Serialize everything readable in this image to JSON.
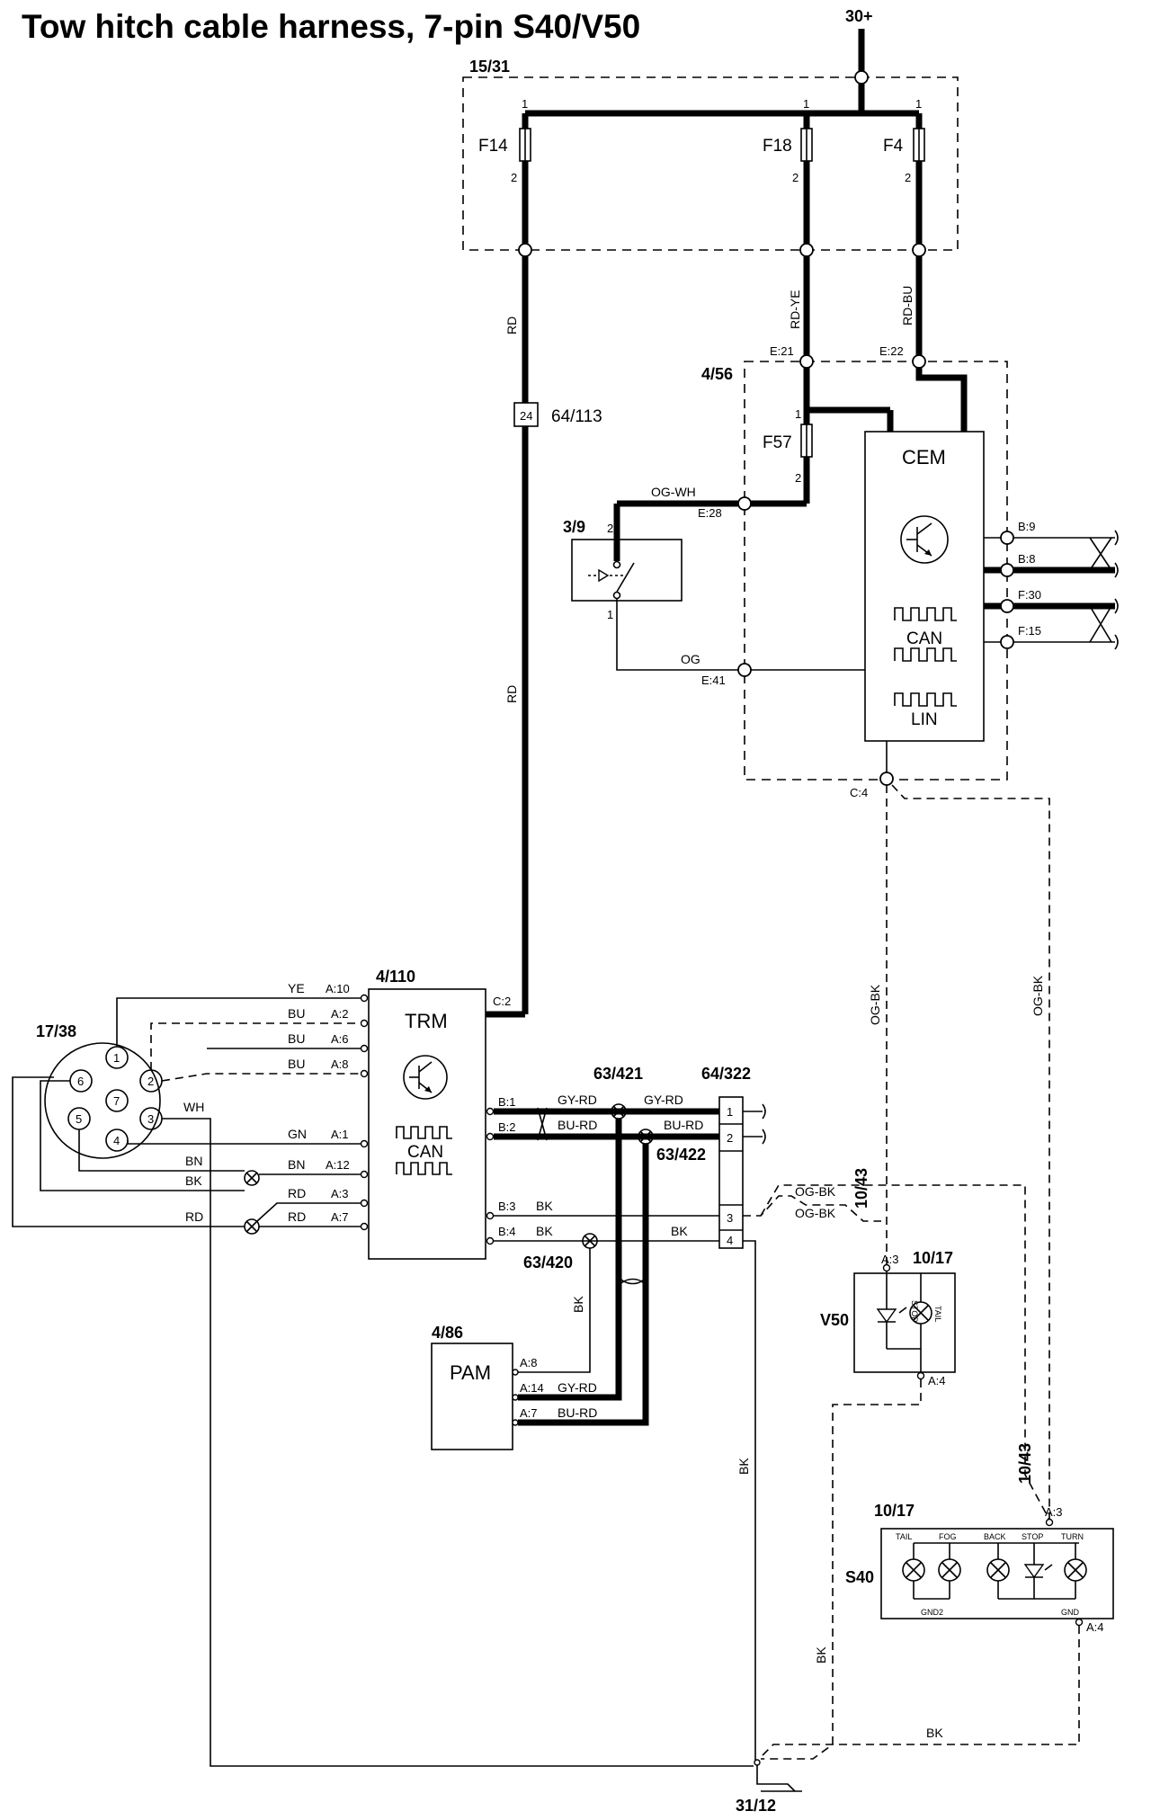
{
  "title": "Tow hitch cable harness, 7-pin S40/V50",
  "supply": "30+",
  "ground": "31/12",
  "fuse_box": {
    "ref": "15/31",
    "fuses": [
      {
        "name": "F14",
        "pin_top": "1",
        "pin_bottom": "2"
      },
      {
        "name": "F18",
        "pin_top": "1",
        "pin_bottom": "2"
      },
      {
        "name": "F4",
        "pin_top": "1",
        "pin_bottom": "2"
      }
    ]
  },
  "cem_box": {
    "ref": "4/56",
    "module": "CEM",
    "can_label": "CAN",
    "lin_label": "LIN",
    "fuse": {
      "name": "F57",
      "pin_top": "1",
      "pin_bottom": "2"
    },
    "pins": {
      "e21": "E:21",
      "e22": "E:22",
      "e28": "E:28",
      "e41": "E:41",
      "c4": "C:4",
      "b9": "B:9",
      "b8": "B:8",
      "f30": "F:30",
      "f15": "F:15"
    }
  },
  "switch": {
    "ref": "3/9",
    "pin_top": "2",
    "pin_bottom": "1"
  },
  "connector_64_113": {
    "ref": "64/113",
    "pin": "24"
  },
  "trm": {
    "ref": "4/110",
    "label": "TRM",
    "can_label": "CAN",
    "pins": {
      "a10": "A:10",
      "a2": "A:2",
      "a6": "A:6",
      "a8": "A:8",
      "a1": "A:1",
      "a12": "A:12",
      "a3": "A:3",
      "a7": "A:7",
      "c2": "C:2",
      "b1": "B:1",
      "b2": "B:2",
      "b3": "B:3",
      "b4": "B:4"
    }
  },
  "socket": {
    "ref": "17/38",
    "pins": [
      "1",
      "2",
      "6",
      "7",
      "5",
      "4",
      "3"
    ]
  },
  "splices": {
    "s421": "63/421",
    "s422": "63/422",
    "s420": "63/420"
  },
  "connector_64_322": {
    "ref": "64/322",
    "pins": [
      "1",
      "2",
      "3",
      "4"
    ]
  },
  "pam": {
    "ref": "4/86",
    "label": "PAM",
    "pins": {
      "a8": "A:8",
      "a14": "A:14",
      "a7": "A:7"
    }
  },
  "lamp_v50": {
    "ref": "10/17",
    "conn": "10/43",
    "variant": "V50",
    "stop": "STOP",
    "tail": "TAIL",
    "pin_a3": "A:3",
    "pin_a4": "A:4"
  },
  "lamp_s40": {
    "ref": "10/17",
    "conn": "10/43",
    "variant": "S40",
    "lamps": [
      "TAIL",
      "FOG",
      "BACK",
      "STOP",
      "TURN"
    ],
    "gnd2": "GND2",
    "gnd": "GND",
    "pin_a3": "A:3",
    "pin_a4": "A:4"
  },
  "wires": {
    "rd": "RD",
    "rd_ye": "RD-YE",
    "rd_bu": "RD-BU",
    "og_wh": "OG-WH",
    "og": "OG",
    "og_bk": "OG-BK",
    "ye": "YE",
    "bu": "BU",
    "gn": "GN",
    "bn": "BN",
    "bk": "BK",
    "wh": "WH",
    "gy_rd": "GY-RD",
    "bu_rd": "BU-RD"
  }
}
